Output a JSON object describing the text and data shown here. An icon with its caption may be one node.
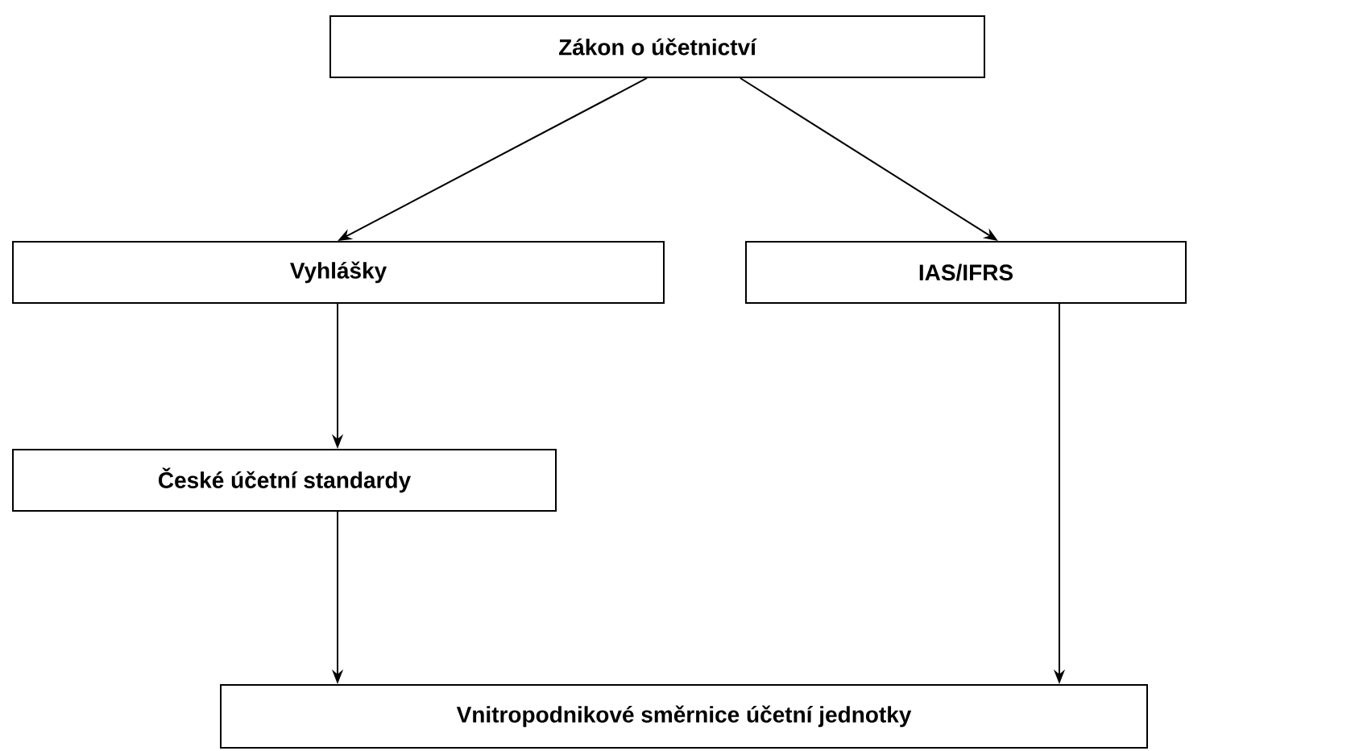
{
  "diagram": {
    "nodes": [
      {
        "text": [
          "Zákon o účetnictví"
        ]
      },
      {
        "text": [
          "Vyhlášky"
        ]
      },
      {
        "text": [
          "IAS/IFRS"
        ]
      },
      {
        "text": [
          "České účetní standardy"
        ]
      },
      {
        "text": [
          "Vnitropodnikové směrnice účetní jednotky"
        ]
      }
    ],
    "edges": [
      {
        "from": 0,
        "to": 1,
        "arrow": "to"
      },
      {
        "from": 0,
        "to": 2,
        "arrow": "to"
      },
      {
        "from": 1,
        "to": 3,
        "arrow": "to"
      },
      {
        "from": 2,
        "to": 4,
        "arrow": "to"
      },
      {
        "from": 3,
        "to": 4,
        "arrow": "to"
      }
    ]
  }
}
